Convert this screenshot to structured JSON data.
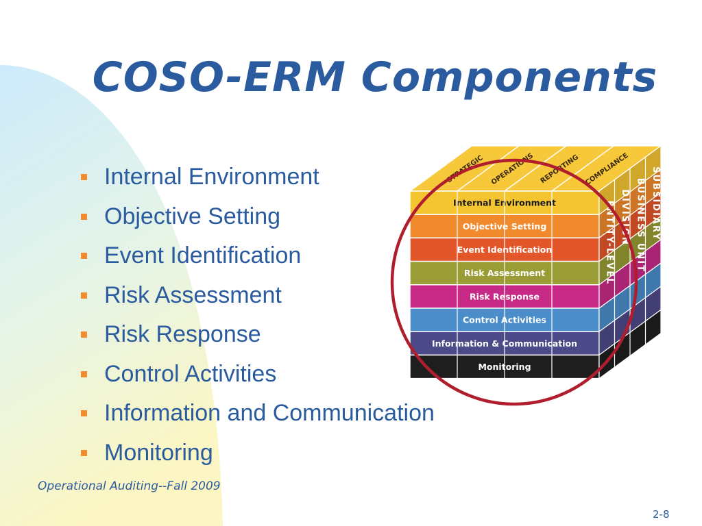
{
  "slide": {
    "title": "COSO-ERM Components",
    "bullets": [
      "Internal Environment",
      "Objective Setting",
      "Event Identification",
      "Risk Assessment",
      "Risk Response",
      "Control Activities",
      "Information and Communication",
      "Monitoring"
    ],
    "footer_left": "Operational Auditing--Fall 2009",
    "footer_right": "2-8"
  },
  "cube": {
    "top_labels": [
      "STRATEGIC",
      "OPERATIONS",
      "REPORTING",
      "COMPLIANCE"
    ],
    "layers": [
      {
        "label": "Internal Environment",
        "color": "#f5c431",
        "text_color": "#1a1a1a"
      },
      {
        "label": "Objective Setting",
        "color": "#f08a2c",
        "text_color": "#ffffff"
      },
      {
        "label": "Event Identification",
        "color": "#e2562a",
        "text_color": "#ffffff"
      },
      {
        "label": "Risk Assessment",
        "color": "#9a9c35",
        "text_color": "#ffffff"
      },
      {
        "label": "Risk Response",
        "color": "#c72a86",
        "text_color": "#ffffff"
      },
      {
        "label": "Control Activities",
        "color": "#4a8dc8",
        "text_color": "#ffffff"
      },
      {
        "label": "Information & Communication",
        "color": "#4c4a88",
        "text_color": "#ffffff"
      },
      {
        "label": "Monitoring",
        "color": "#1e1e1e",
        "text_color": "#ffffff"
      }
    ],
    "side_labels": [
      "ENTITY-LEVEL",
      "DIVISION",
      "BUSINESS UNIT",
      "SUBSIDIARY"
    ]
  },
  "colors": {
    "title": "#2a5b9e",
    "bullet_marker": "#f28a2e",
    "circle": "#b01e2e",
    "bg_blue": "#cfeafb",
    "bg_yellow": "#fbf6c6"
  }
}
